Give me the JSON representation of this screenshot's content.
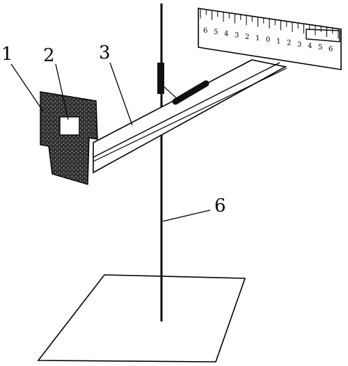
{
  "labels": {
    "l1": "1",
    "l2": "2",
    "l3": "3",
    "l6": "6"
  },
  "scale": {
    "numbers": [
      "6",
      "5",
      "4",
      "3",
      "2",
      "1",
      "0",
      "1",
      "2",
      "3",
      "4",
      "5",
      "6"
    ]
  },
  "colors": {
    "ink": "#000000",
    "paper": "#ffffff",
    "block": "#3a3a3a"
  }
}
